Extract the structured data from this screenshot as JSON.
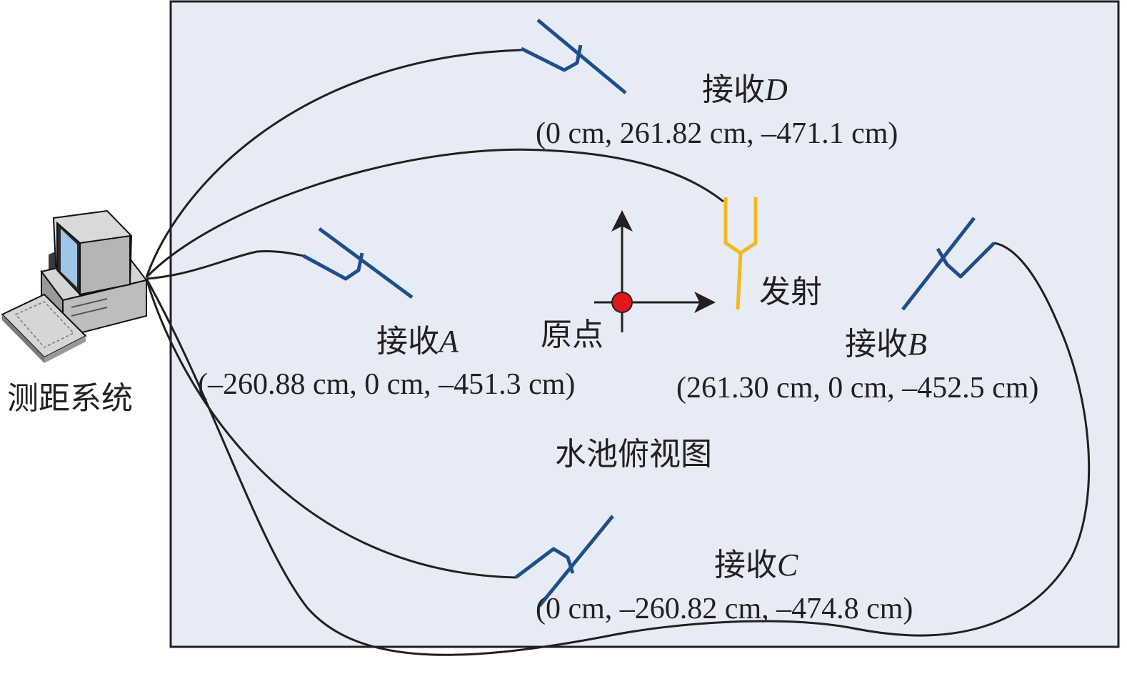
{
  "computer": {
    "label": "测距系统"
  },
  "pool": {
    "title": "水池俯视图"
  },
  "origin": {
    "label": "原点"
  },
  "transmitter": {
    "label": "发射",
    "color": "#f2b91a"
  },
  "receivers": [
    {
      "id": "A",
      "prefix": "接收",
      "letter": "A",
      "coords": "(–260.88 cm, 0 cm, –451.3 cm)"
    },
    {
      "id": "B",
      "prefix": "接收",
      "letter": "B",
      "coords": "(261.30 cm, 0 cm, –452.5 cm)"
    },
    {
      "id": "C",
      "prefix": "接收",
      "letter": "C",
      "coords": "(0 cm, –260.82 cm, –474.8 cm)"
    },
    {
      "id": "D",
      "prefix": "接收",
      "letter": "D",
      "coords": "(0 cm, 261.82 cm, –471.1 cm)"
    }
  ],
  "colors": {
    "pool_fill": "#e6ebf5",
    "pool_border": "#231f20",
    "hydrophone": "#1f4e8c",
    "cable": "#231f20",
    "origin_dot": "#e3161b"
  }
}
